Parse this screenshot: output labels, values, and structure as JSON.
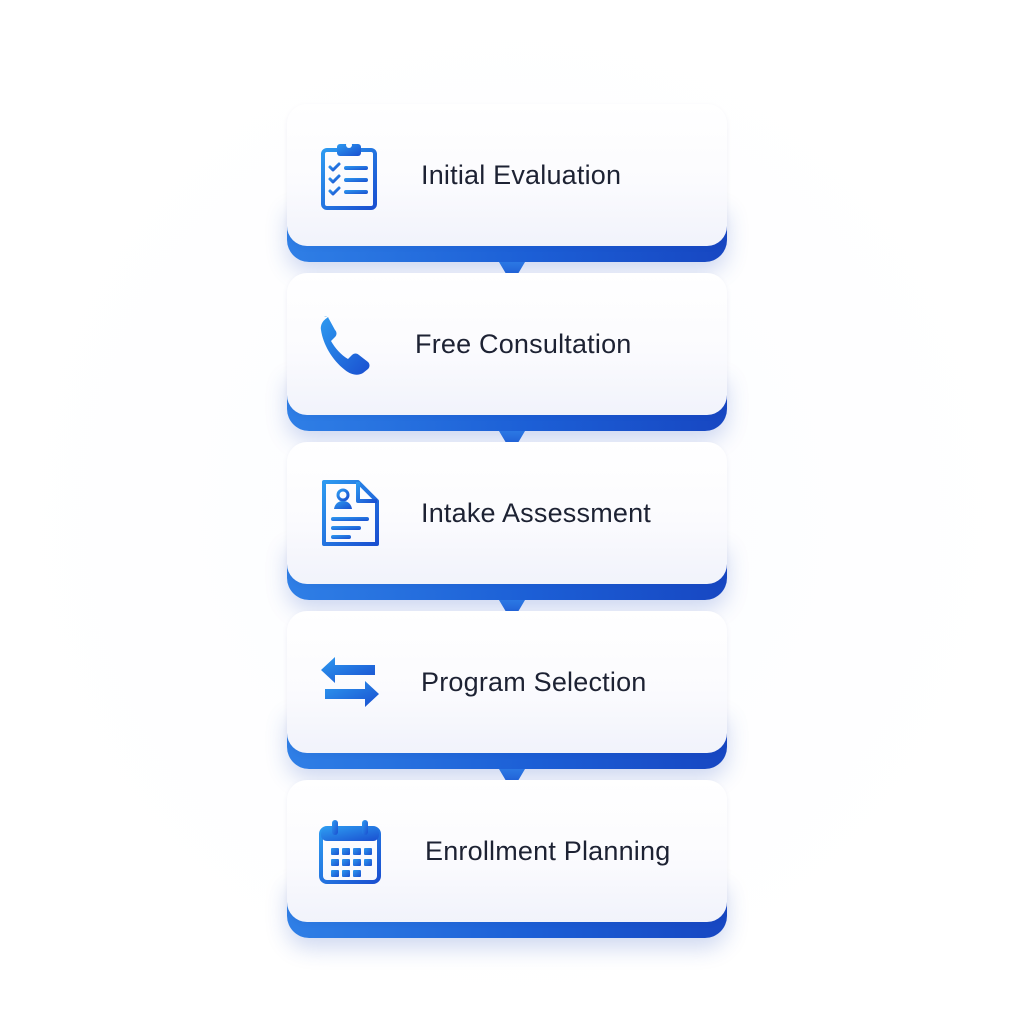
{
  "steps": [
    {
      "label": "Initial Evaluation",
      "icon": "clipboard-checklist-icon"
    },
    {
      "label": "Free Consultation",
      "icon": "phone-icon"
    },
    {
      "label": "Intake Assessment",
      "icon": "profile-document-icon"
    },
    {
      "label": "Program Selection",
      "icon": "swap-arrows-icon"
    },
    {
      "label": "Enrollment Planning",
      "icon": "calendar-icon"
    }
  ],
  "colors": {
    "accent_light": "#2f86ea",
    "accent_dark": "#1747c2",
    "text": "#1d2233",
    "card": "#ffffff"
  }
}
